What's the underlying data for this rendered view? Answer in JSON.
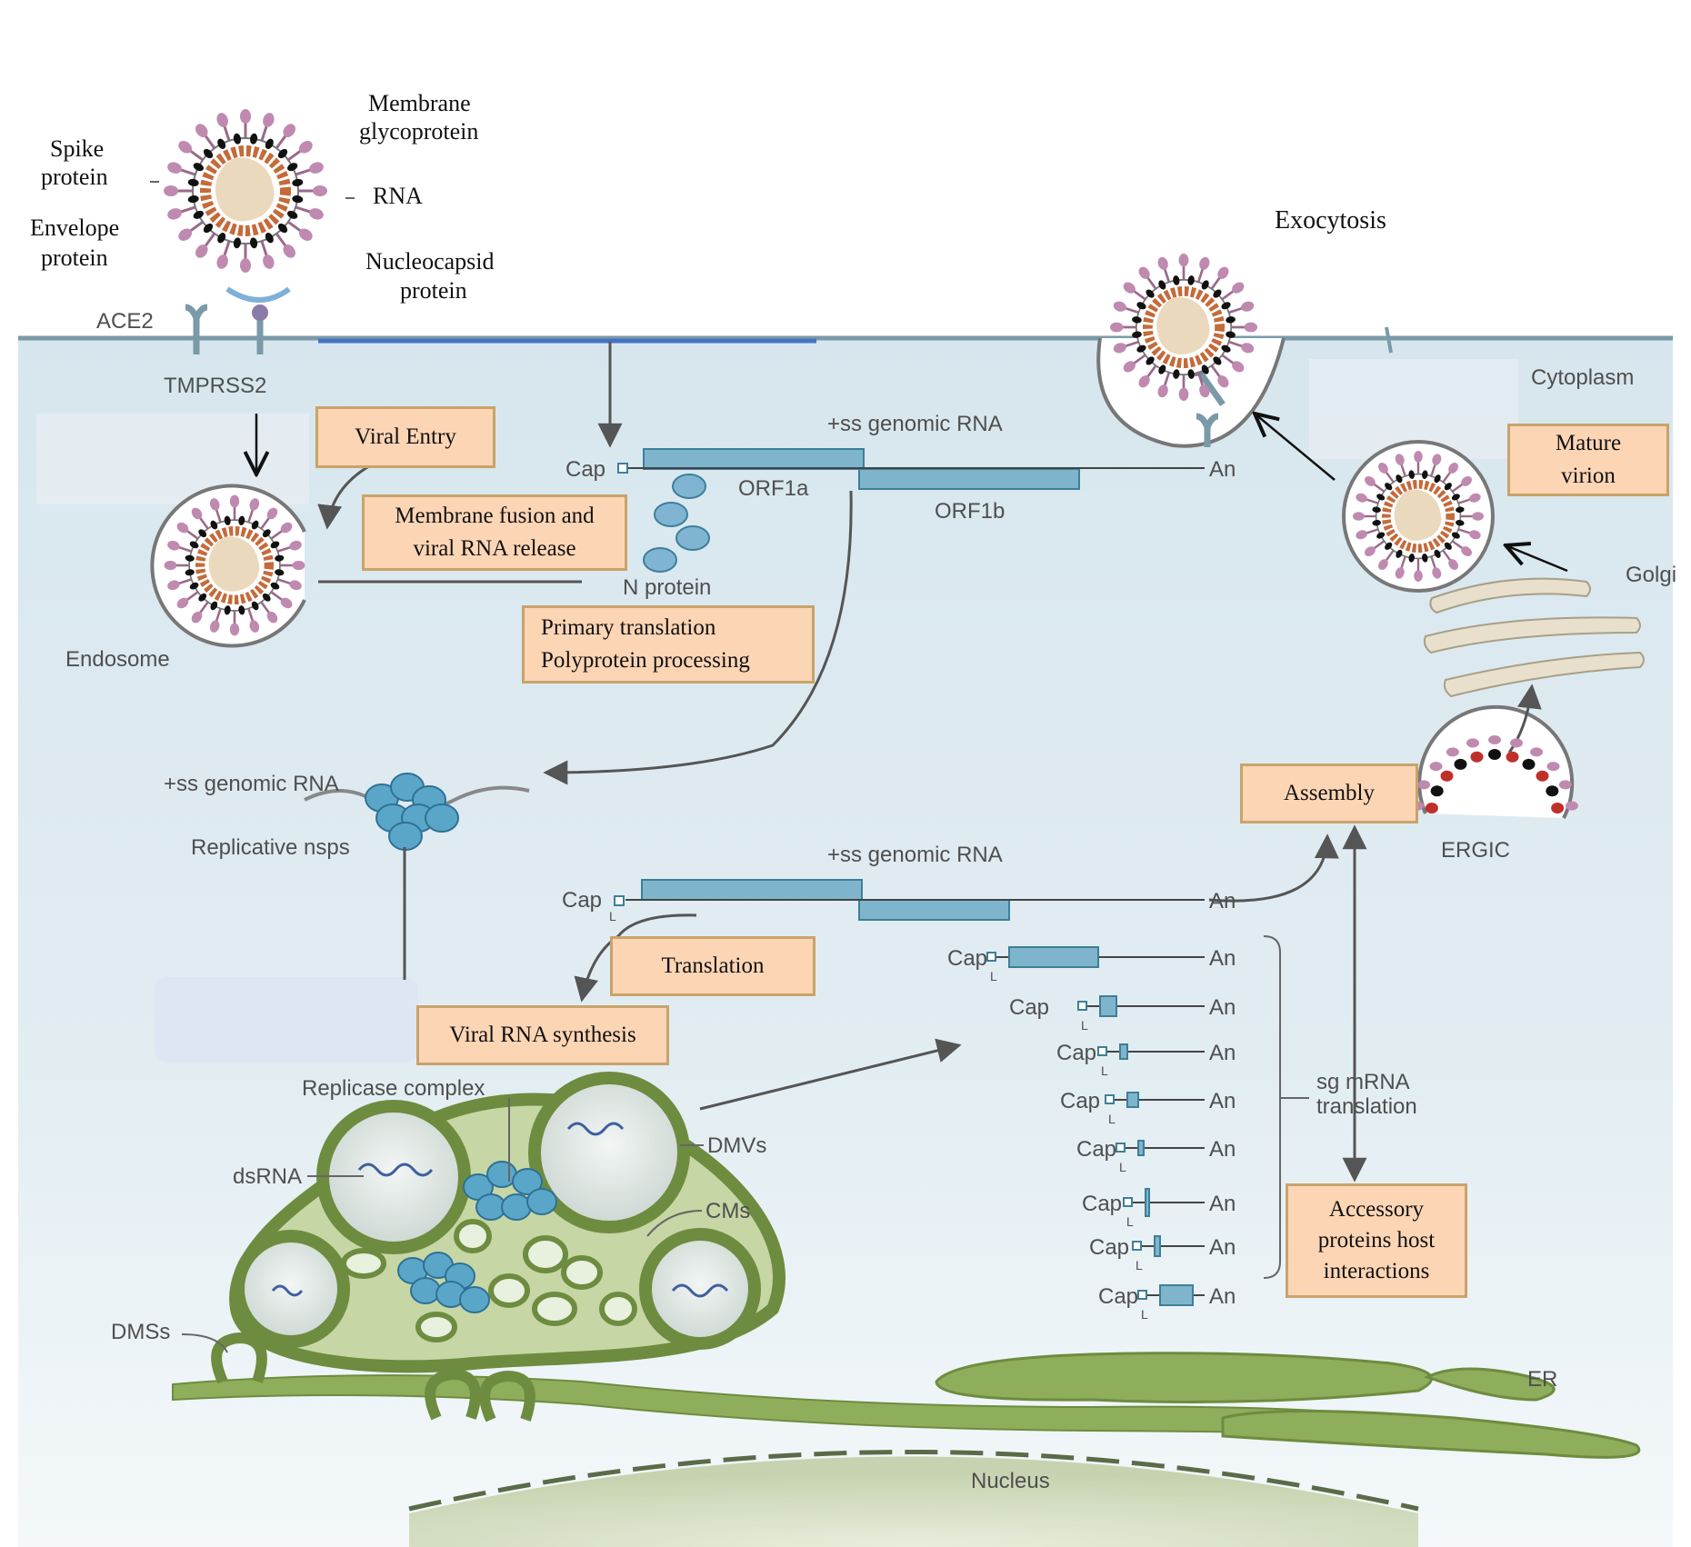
{
  "virus_labels": {
    "membrane": [
      "Membrane",
      "glycoprotein"
    ],
    "spike": [
      "Spike",
      "protein"
    ],
    "rna": "RNA",
    "envelope": [
      "Envelope",
      "protein"
    ],
    "nucleocapsid": [
      "Nucleocapsid",
      "protein"
    ],
    "ace2": "ACE2",
    "tmprss2": "TMPRSS2"
  },
  "boxes": {
    "viral_entry": [
      "Viral Entry"
    ],
    "membrane_fusion": [
      "Membrane fusion and",
      "viral RNA release"
    ],
    "primary_translation": [
      "Primary translation",
      "Polyprotein processing"
    ],
    "mature_virion": [
      "Mature",
      "virion"
    ],
    "assembly": [
      "Assembly"
    ],
    "translation": [
      "Translation"
    ],
    "viral_rna_synthesis": [
      "Viral RNA synthesis"
    ],
    "accessory": [
      "Accessory",
      "proteins host",
      "interactions"
    ]
  },
  "labels": {
    "exocytosis": "Exocytosis",
    "cytoplasm": "Cytoplasm",
    "endosome": "Endosome",
    "n_protein": "N protein",
    "genomic_rna_top": "+ss genomic RNA",
    "cap": "Cap",
    "an": "An",
    "orf1a": "ORF1a",
    "orf1b": "ORF1b",
    "genomic_rna_mid": "+ss genomic RNA",
    "replicative_nsps": "Replicative nsps",
    "genomic_rna_low": "+ss genomic RNA",
    "leader": "L",
    "golgi": "Golgi",
    "ergic": "ERGIC",
    "sg_mrna": [
      "sg mRNA",
      "translation"
    ],
    "replicase_complex": "Replicase complex",
    "dsrna": "dsRNA",
    "dmvs": "DMVs",
    "cms": "CMs",
    "dmss": "DMSs",
    "er": "ER",
    "nucleus": "Nucleus"
  }
}
